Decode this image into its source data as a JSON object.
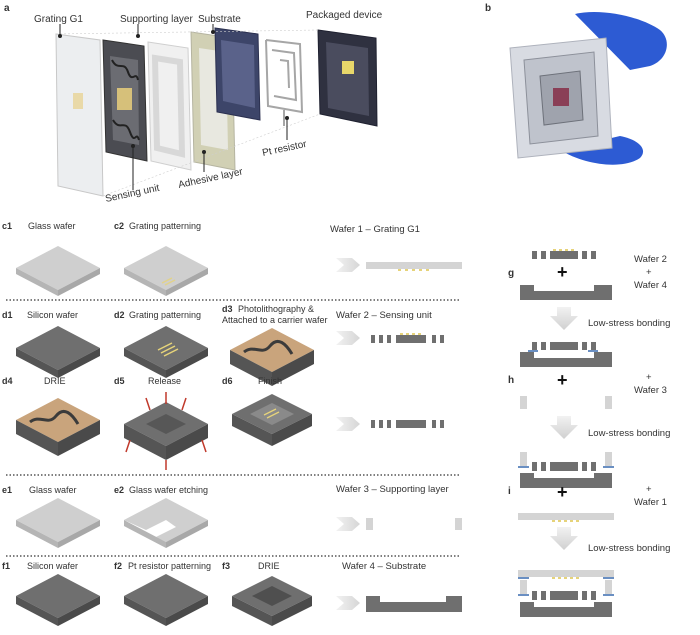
{
  "panel_labels": {
    "a": "a",
    "b": "b",
    "g": "g",
    "h": "h",
    "i": "i"
  },
  "exploded_view": {
    "grating_g1": "Grating G1",
    "supporting_layer": "Supporting layer",
    "substrate": "Substrate",
    "packaged_device": "Packaged device",
    "sensing_unit": "Sensing unit",
    "adhesive_layer": "Adhesive layer",
    "pt_resistor": "Pt resistor"
  },
  "steps": {
    "c1": {
      "id": "c1",
      "label": "Glass wafer"
    },
    "c2": {
      "id": "c2",
      "label": "Grating patterning"
    },
    "d1": {
      "id": "d1",
      "label": "Silicon wafer"
    },
    "d2": {
      "id": "d2",
      "label": "Grating patterning"
    },
    "d3": {
      "id": "d3",
      "label_line1": "Photolithography &",
      "label_line2": "Attached to a carrier wafer"
    },
    "d4": {
      "id": "d4",
      "label": "DRIE"
    },
    "d5": {
      "id": "d5",
      "label": "Release"
    },
    "d6": {
      "id": "d6",
      "label": "Finish"
    },
    "e1": {
      "id": "e1",
      "label": "Glass wafer"
    },
    "e2": {
      "id": "e2",
      "label": "Glass wafer etching"
    },
    "f1": {
      "id": "f1",
      "label": "Silicon wafer"
    },
    "f2": {
      "id": "f2",
      "label": "Pt resistor patterning"
    },
    "f3": {
      "id": "f3",
      "label": "DRIE"
    }
  },
  "wafer_titles": {
    "w1": "Wafer 1 – Grating G1",
    "w2": "Wafer 2 – Sensing unit",
    "w3": "Wafer 3 – Supporting layer",
    "w4": "Wafer 4 – Substrate"
  },
  "bonding": {
    "g_top": "Wafer 2",
    "g_plus": "+",
    "g_bottom": "Wafer 4",
    "step_label": "Low-stress bonding",
    "h_label": "+\nWafer 3",
    "h_plus": "+",
    "h_wafer": "Wafer 3",
    "i_plus": "+",
    "i_wafer": "Wafer 1"
  },
  "colors": {
    "glass": "#cfcfcf",
    "silicon": "#6f6f6f",
    "silicon_dark": "#4a4a4a",
    "photoresist": "#c9a47c",
    "grating": "#e6d37a",
    "bond": "#6a8fc2",
    "arrow": "#dcdcdc",
    "release_arrow": "#c0392b"
  }
}
